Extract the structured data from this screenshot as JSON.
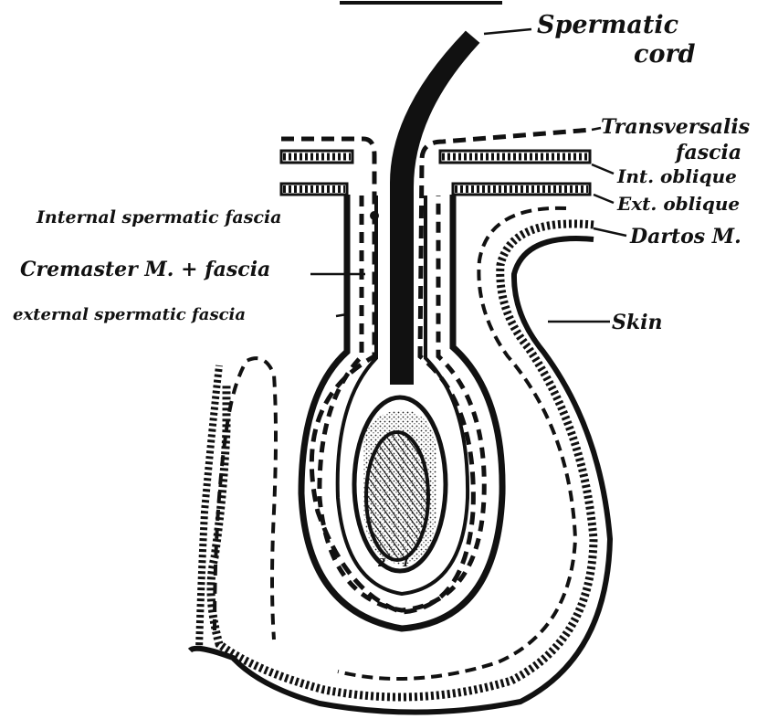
{
  "labels": {
    "spermatic_cord_1": "Spermatic",
    "spermatic_cord_2": "cord",
    "transversalis_1": "Transversalis",
    "transversalis_2": "fascia",
    "int_oblique": "Int. oblique",
    "ext_oblique": "Ext. oblique",
    "dartos": "Dartos M.",
    "skin": "Skin",
    "internal_spermatic_fascia": "Internal spermatic fascia",
    "cremaster": "Cremaster M. + fascia",
    "external_spermatic_fascia": "external spermatic fascia",
    "testis_mark_1": "2",
    "testis_mark_2": "1"
  },
  "colors": {
    "ink": "#111111",
    "paper": "#ffffff"
  }
}
